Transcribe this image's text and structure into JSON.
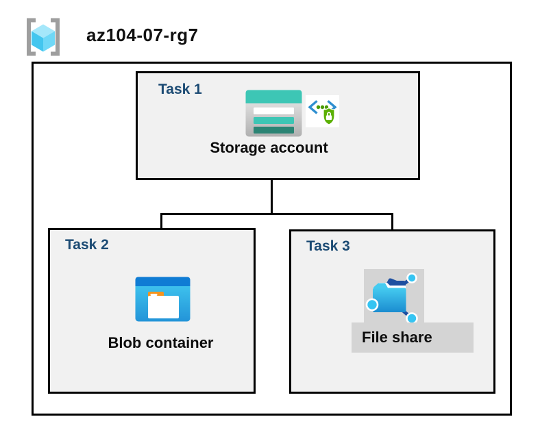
{
  "header": {
    "title": "az104-07-rg7",
    "icon": "resource-group-icon"
  },
  "tasks": [
    {
      "id": "task1",
      "label": "Task 1",
      "node": "Storage account",
      "icons": [
        "storage-account-icon",
        "secure-access-icon"
      ]
    },
    {
      "id": "task2",
      "label": "Task 2",
      "node": "Blob container",
      "icons": [
        "blob-container-icon"
      ]
    },
    {
      "id": "task3",
      "label": "Task 3",
      "node": "File share",
      "icons": [
        "file-share-icon"
      ],
      "highlighted": true
    }
  ],
  "connections": [
    {
      "from": "Storage account",
      "to": "Blob container"
    },
    {
      "from": "Storage account",
      "to": "File share"
    }
  ],
  "colors": {
    "task_label": "#1B4A73",
    "box_fill": "#F1F1F1",
    "box_border": "#000000",
    "storage_teal": "#3DC6B5",
    "storage_teal_dark": "#2B8474",
    "blob_top_blue": "#0F7CD4",
    "blob_body_cyan": "#44CCF2",
    "folder_tab_orange": "#F7941E",
    "file_share_node_cyan": "#35C4F2",
    "file_share_navy": "#1D4FA0",
    "shield_green": "#5BB005",
    "bracket_gray": "#9E9E9E",
    "highlight_gray": "#D4D4D4"
  }
}
